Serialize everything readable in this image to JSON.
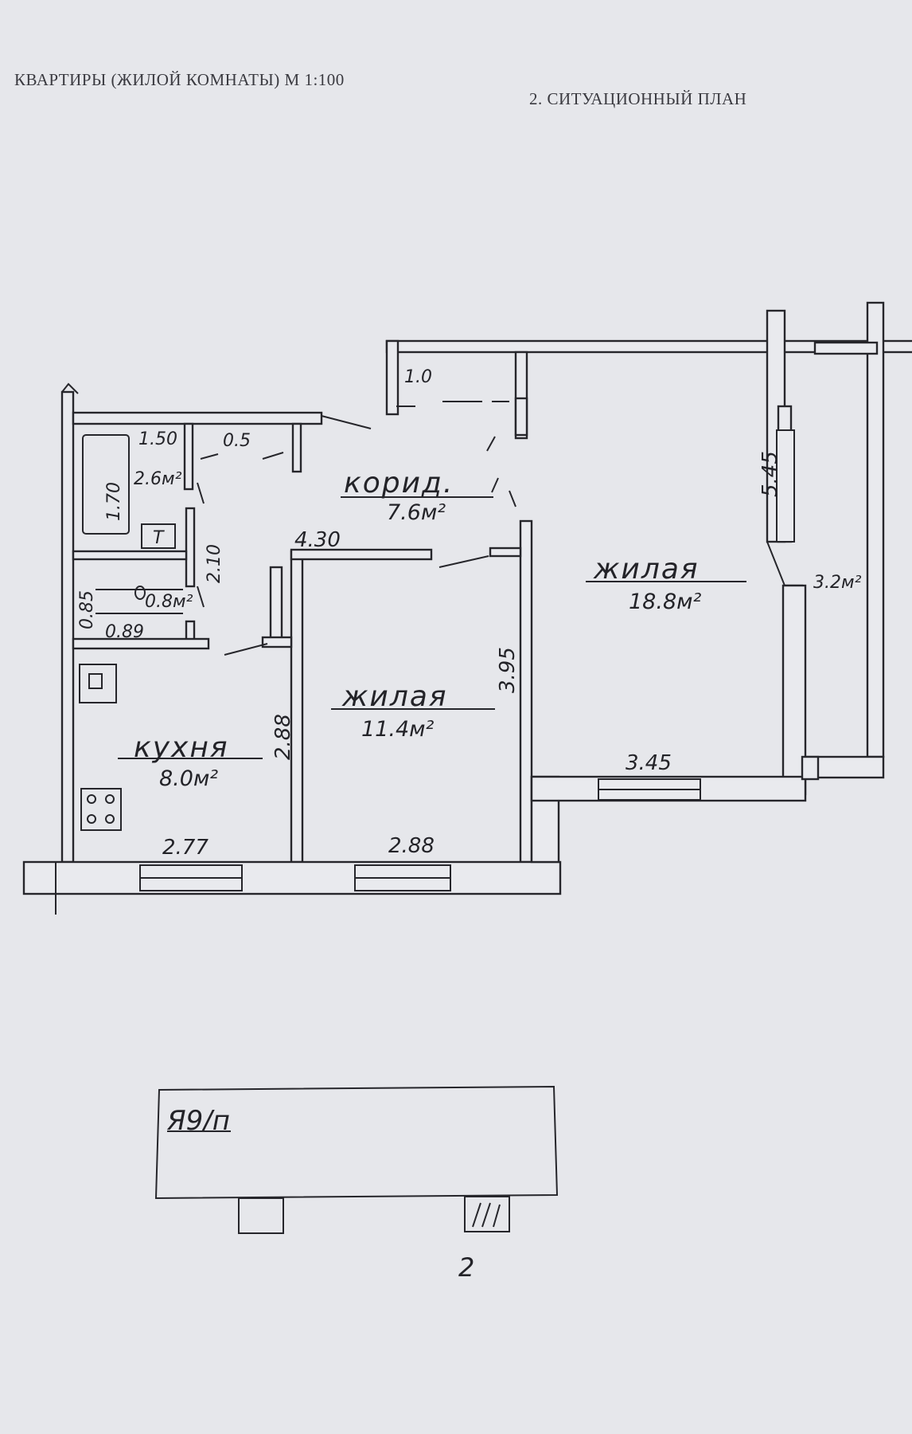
{
  "header": {
    "left_title": "КВАРТИРЫ  (ЖИЛОЙ  КОМНАТЫ)  М 1:100",
    "right_title": "2. СИТУАЦИОННЫЙ  ПЛАН"
  },
  "rooms": {
    "corridor": {
      "name": "корид.",
      "area": "7.6м²"
    },
    "living_large": {
      "name": "жилая",
      "area": "18.8м²"
    },
    "living_small": {
      "name": "жилая",
      "area": "11.4м²"
    },
    "kitchen": {
      "name": "кухня",
      "area": "8.0м²"
    },
    "bathroom": {
      "area": "2.6м²"
    },
    "toilet": {
      "area": "0.8м²"
    },
    "balcony": {
      "area": "3.2м²"
    }
  },
  "dimensions": {
    "storage_width": "1.0",
    "bath_width": "1.50",
    "closet_width": "0.5",
    "bath_length": "1.70",
    "bath_height": "2.10",
    "corridor_length": "4.30",
    "toilet_width": "0.85",
    "toilet_length": "0.89",
    "kitchen_depth": "2.88",
    "kitchen_width": "2.77",
    "small_room_width": "2.88",
    "small_room_depth": "3.95",
    "large_room_width": "3.45",
    "large_room_depth": "5.45"
  },
  "fixtures": {
    "toilet_symbol": "Т"
  },
  "site_plan": {
    "building_label": "Я9/п",
    "entrance_number": "2"
  }
}
